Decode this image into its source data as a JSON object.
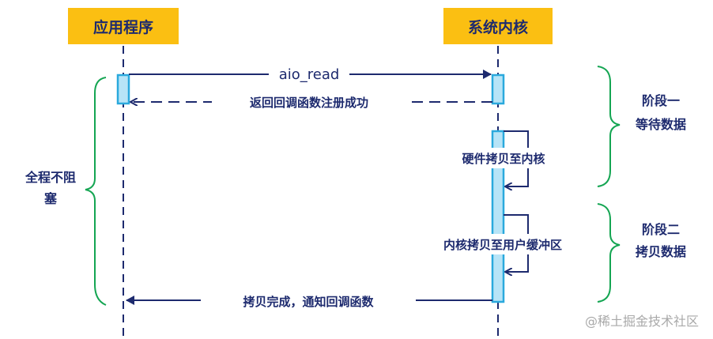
{
  "participants": {
    "app": "应用程序",
    "kernel": "系统内核"
  },
  "messages": {
    "aio_read": "aio_read",
    "register_ok": "返回回调函数注册成功",
    "hw_copy": "硬件拷贝至内核",
    "kernel_copy": "内核拷贝至用户缓冲区",
    "done": "拷贝完成，通知回调函数"
  },
  "braces": {
    "left_line1": "全程不阻",
    "left_line2": "塞",
    "phase1_line1": "阶段一",
    "phase1_line2": "等待数据",
    "phase2_line1": "阶段二",
    "phase2_line2": "拷贝数据"
  },
  "watermark": "@稀土掘金技术社区",
  "colors": {
    "participant_fill": "#fbbf12",
    "ink": "#1d2a6e",
    "activation_fill": "#b7e4f7",
    "activation_stroke": "#2aa9dd",
    "brace": "#14a552",
    "watermark": "#a9a9a9"
  }
}
